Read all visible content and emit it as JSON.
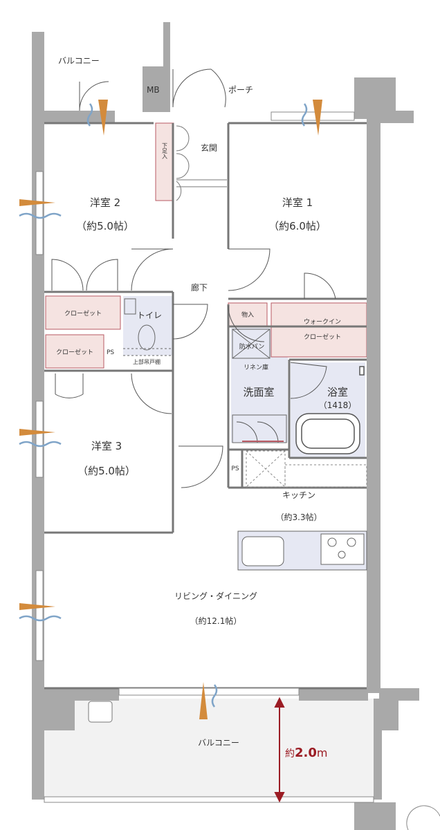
{
  "colors": {
    "wall": "#a9a9a9",
    "closet_fill": "#f5e3e1",
    "closet_stroke": "#b85a63",
    "wet_area_fill": "#e6e8f3",
    "balcony_fill": "#f2f2f2",
    "arrow": "#9b1c24",
    "light_orange": "#d38b3c",
    "wind_blue": "#7fa4c8"
  },
  "rooms": {
    "balcony_top": "バルコニー",
    "mb": "MB",
    "porch": "ポーチ",
    "entrance": "玄関",
    "shoe_box": "下足入",
    "western2_name": "洋室 2",
    "western2_size": "（約5.0帖）",
    "western1_name": "洋室 1",
    "western1_size": "（約6.0帖）",
    "hallway": "廊下",
    "closet_a": "クローゼット",
    "closet_b": "クローゼット",
    "ps_left": "PS",
    "toilet": "トイレ",
    "upper_cabinet": "上部吊戸棚",
    "storage": "物入",
    "walkin_line1": "ウォークイン",
    "walkin_line2": "クローゼット",
    "waterproof_pan": "防水パン",
    "linen": "リネン庫",
    "washroom": "洗面室",
    "bathroom_name": "浴室",
    "bathroom_size": "（1418）",
    "western3_name": "洋室 3",
    "western3_size": "（約5.0帖）",
    "ps_kitchen": "PS",
    "kitchen_name": "キッチン",
    "kitchen_size": "（約3.3帖）",
    "living_name": "リビング・ダイニング",
    "living_size": "（約12.1帖）",
    "balcony_bottom": "バルコニー"
  },
  "dimension": {
    "prefix": "約",
    "value": "2.0",
    "unit": "m"
  }
}
